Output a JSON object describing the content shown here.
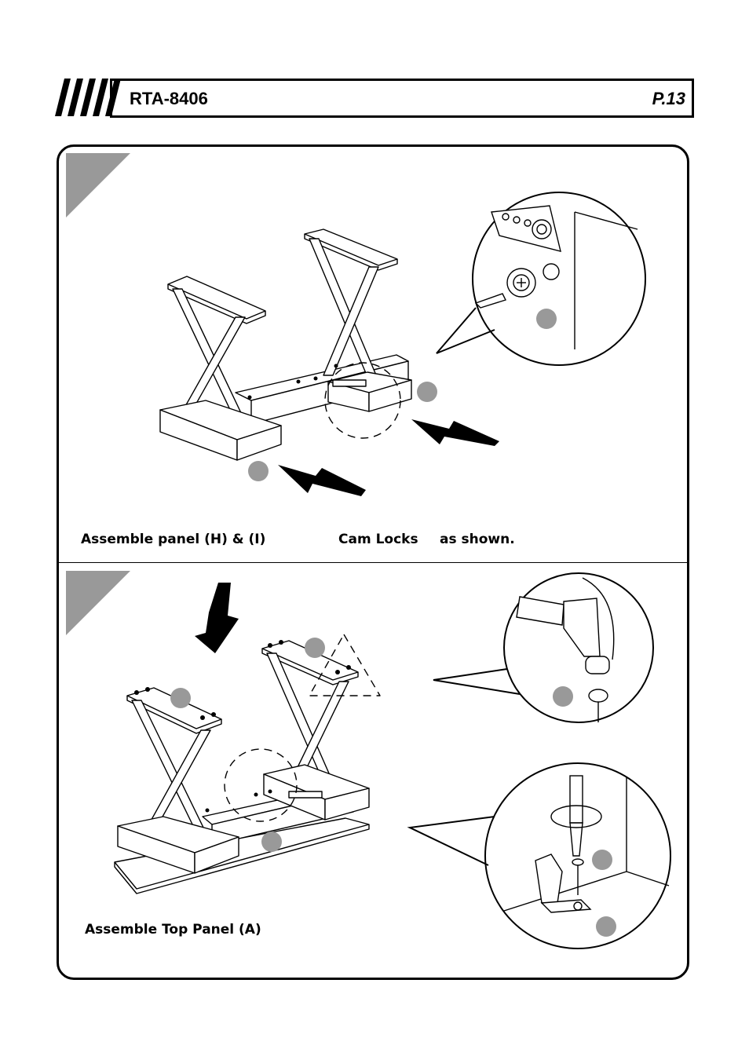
{
  "header": {
    "model": "RTA-8406",
    "page": "P.13"
  },
  "step1": {
    "caption_a": "Assemble  panel (H) & (I)",
    "caption_b": "Cam Locks",
    "caption_c": "as shown."
  },
  "step2": {
    "caption": "Assemble  Top Panel (A)"
  },
  "colors": {
    "ink": "#000000",
    "step_marker": "#999999",
    "part_bubble": "#999999"
  }
}
